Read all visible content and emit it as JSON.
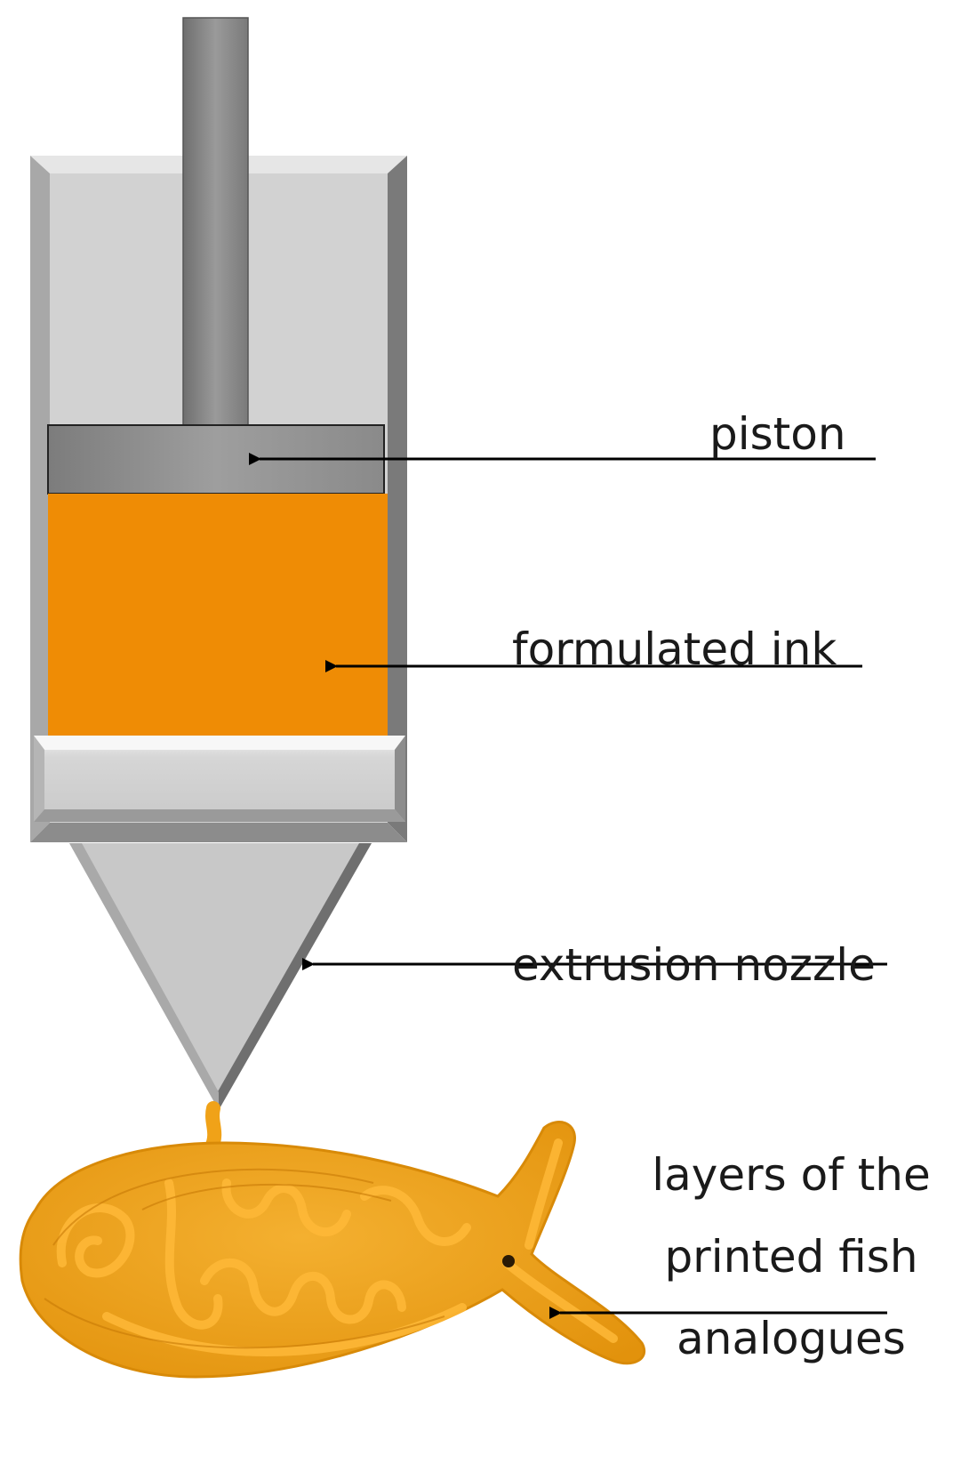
{
  "diagram": {
    "labels": {
      "piston": "piston",
      "ink": "formulated ink",
      "nozzle": "extrusion nozzle",
      "fish_line1": "layers of the",
      "fish_line2": "printed fish",
      "fish_line3": "analogues"
    },
    "colors": {
      "barrel": "#d0d0d0",
      "barrel_edge": "#8c8c8c",
      "piston": "#8a8a8a",
      "plunger_rod": "#7d7d7d",
      "ink": "#ef8c05",
      "nozzle": "#c8c8c8",
      "fish": "#f0a218",
      "arrow": "#000000"
    }
  }
}
